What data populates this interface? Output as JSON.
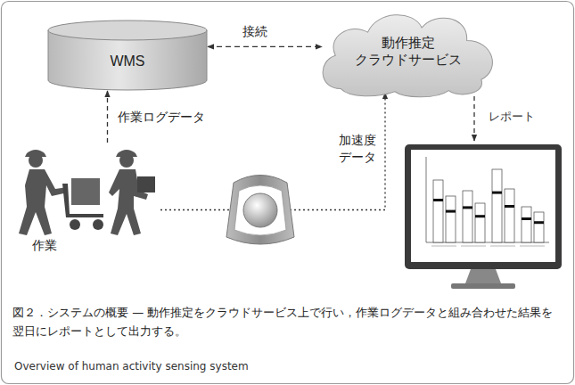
{
  "diagram": {
    "caption": "図２．システムの概要 — 動作推定をクラウドサービス上で行い，作業ログデータと組み合わせた結果を翌日にレポートとして出力する。",
    "nodes": [
      {
        "text": [
          "WMS"
        ]
      },
      {
        "text": [
          "動作推定 クラウドサービス"
        ]
      },
      {
        "text": [
          "作業"
        ]
      }
    ],
    "edges": [
      {
        "from": 0,
        "to": 1,
        "arrow": "both",
        "label": "接続"
      },
      {
        "from": 2,
        "to": 0,
        "arrow": "to",
        "label": "作業ログデータ"
      },
      {
        "from": 2,
        "to": 1,
        "arrow": "to",
        "label": "加速度データ"
      }
    ],
    "labels": [
      "レポート",
      "Overview of human activity sensing system"
    ]
  }
}
